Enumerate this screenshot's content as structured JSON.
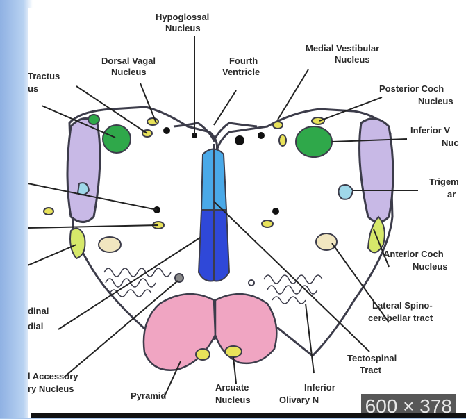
{
  "labels": {
    "hypoglossal_1": "Hypoglossal",
    "hypoglossal_2": "Nucleus",
    "dorsal_vagal_1": "Dorsal Vagal",
    "dorsal_vagal_2": "Nucleus",
    "fourth_ventricle_1": "Fourth",
    "fourth_ventricle_2": "Ventricle",
    "medial_vestibular_1": "Medial Vestibular",
    "medial_vestibular_2": "Nucleus",
    "tractus_1": "Tractus",
    "tractus_2": "us",
    "posterior_coch_1": "Posterior Coch",
    "posterior_coch_2": "Nucleus",
    "inferior_v_1": "Inferior V",
    "inferior_v_2": "Nuc",
    "trigem_1": "Trigem",
    "trigem_2": "ar",
    "anterior_coch_1": "Anterior Coch",
    "anterior_coch_2": "Nucleus",
    "lateral_spino_1": "Lateral Spino-",
    "lateral_spino_2": "cerebellar tract",
    "tectospinal_1": "Tectospinal",
    "tectospinal_2": "Tract",
    "inferior_olivary_1": "Inferior",
    "inferior_olivary_2": "Olivary N",
    "arcuate_1": "Arcuate",
    "arcuate_2": "Nucleus",
    "pyramid": "Pyramid",
    "accessory_1": "l Accessory",
    "accessory_2": "ry Nucleus",
    "dinal_1": "dinal",
    "dinal_2": "dial",
    "left_fragment": "."
  },
  "size_badge": "600 × 378",
  "colors": {
    "outline": "#3c3c4a",
    "pink": "#f0a5c2",
    "lavender": "#c8b9e6",
    "green": "#2fa84a",
    "yellow": "#e8e25a",
    "light_yellow_green": "#d6e86a",
    "beige": "#f1e6c0",
    "blue_dark": "#2f48d8",
    "blue_light": "#4aa9e8",
    "cyan": "#9fd8ea"
  }
}
